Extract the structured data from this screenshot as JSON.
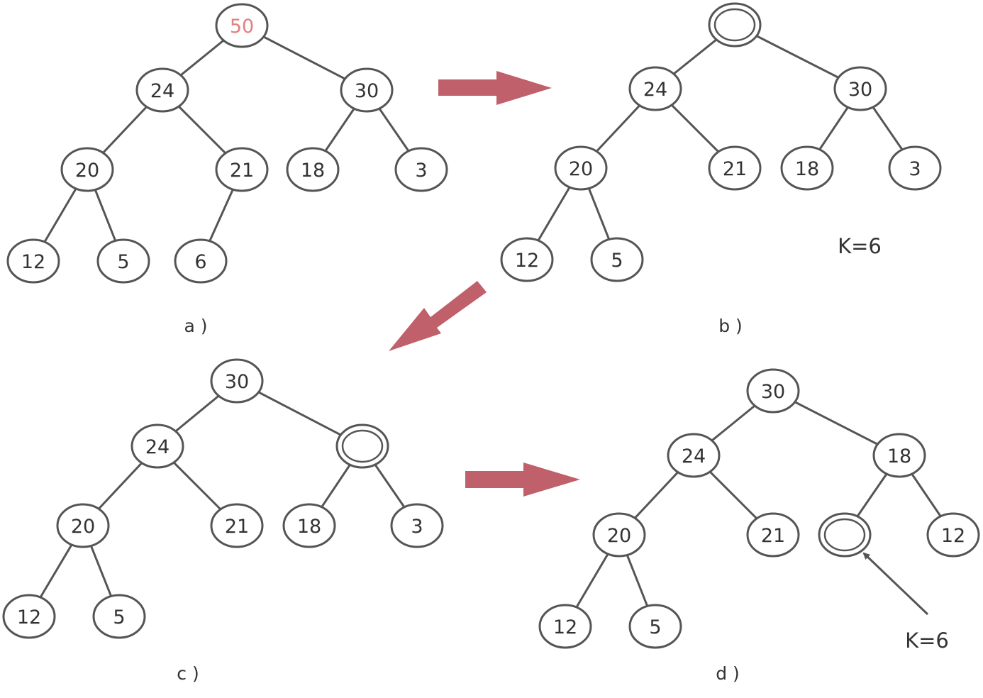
{
  "colors": {
    "node_stroke": "#555555",
    "text": "#333333",
    "highlight_text": "#e08080",
    "arrow": "#c0606a"
  },
  "panels": [
    {
      "id": "a",
      "caption": "a )",
      "nodes": [
        {
          "id": "a-root",
          "label": "50",
          "highlight": true
        },
        {
          "id": "a-24",
          "label": "24"
        },
        {
          "id": "a-30",
          "label": "30"
        },
        {
          "id": "a-20",
          "label": "20"
        },
        {
          "id": "a-21",
          "label": "21"
        },
        {
          "id": "a-18",
          "label": "18"
        },
        {
          "id": "a-3",
          "label": "3"
        },
        {
          "id": "a-12",
          "label": "12"
        },
        {
          "id": "a-5",
          "label": "5"
        },
        {
          "id": "a-6",
          "label": "6"
        }
      ]
    },
    {
      "id": "b",
      "caption": "b )",
      "k_label": "K=6",
      "nodes": [
        {
          "id": "b-root",
          "label": "",
          "hole": true
        },
        {
          "id": "b-24",
          "label": "24"
        },
        {
          "id": "b-30",
          "label": "30"
        },
        {
          "id": "b-20",
          "label": "20"
        },
        {
          "id": "b-21",
          "label": "21"
        },
        {
          "id": "b-18",
          "label": "18"
        },
        {
          "id": "b-3",
          "label": "3"
        },
        {
          "id": "b-12",
          "label": "12"
        },
        {
          "id": "b-5",
          "label": "5"
        }
      ]
    },
    {
      "id": "c",
      "caption": "c )",
      "nodes": [
        {
          "id": "c-root",
          "label": "30"
        },
        {
          "id": "c-24",
          "label": "24"
        },
        {
          "id": "c-hole",
          "label": "",
          "hole": true
        },
        {
          "id": "c-20",
          "label": "20"
        },
        {
          "id": "c-21",
          "label": "21"
        },
        {
          "id": "c-18",
          "label": "18"
        },
        {
          "id": "c-3",
          "label": "3"
        },
        {
          "id": "c-12",
          "label": "12"
        },
        {
          "id": "c-5",
          "label": "5"
        }
      ]
    },
    {
      "id": "d",
      "caption": "d )",
      "k_label": "K=6",
      "nodes": [
        {
          "id": "d-root",
          "label": "30"
        },
        {
          "id": "d-24",
          "label": "24"
        },
        {
          "id": "d-18",
          "label": "18"
        },
        {
          "id": "d-20",
          "label": "20"
        },
        {
          "id": "d-21",
          "label": "21"
        },
        {
          "id": "d-hole",
          "label": "",
          "hole": true
        },
        {
          "id": "d-12r",
          "label": "12"
        },
        {
          "id": "d-12",
          "label": "12"
        },
        {
          "id": "d-5",
          "label": "5"
        }
      ]
    }
  ]
}
